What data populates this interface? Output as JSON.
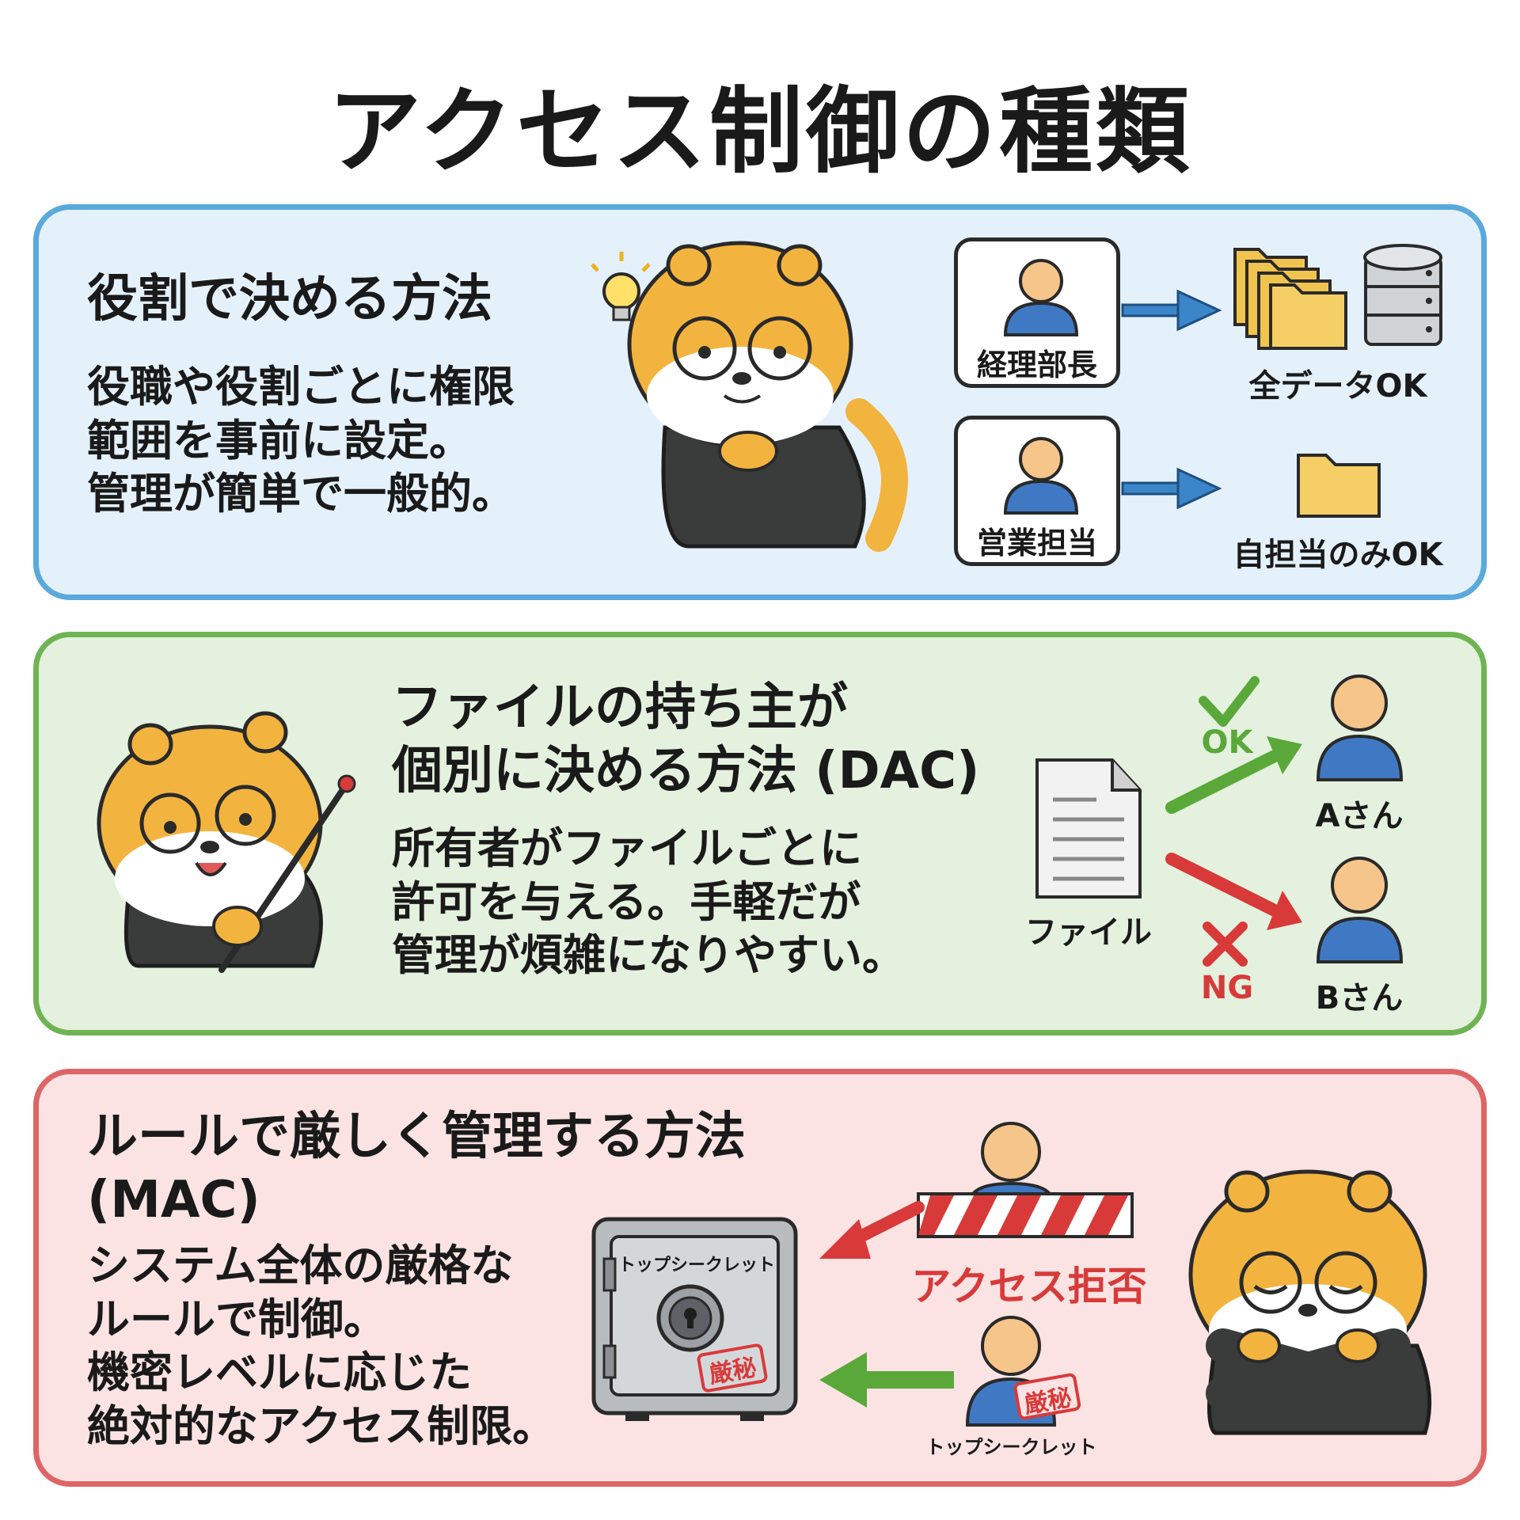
{
  "title": "アクセス制御の種類",
  "sections": {
    "rbac": {
      "heading": "役割で決める方法",
      "description": "役職や役割ごとに権限\n範囲を事前に設定。\n管理が簡単で一般的。",
      "roles": [
        {
          "name": "経理部長",
          "access": "全データOK"
        },
        {
          "name": "営業担当",
          "access": "自担当のみOK"
        }
      ]
    },
    "dac": {
      "heading_line1": "ファイルの持ち主が",
      "heading_line2": "個別に決める方法 (DAC)",
      "description": "所有者がファイルごとに\n許可を与える。手軽だが\n管理が煩雑になりやすい。",
      "file_label": "ファイル",
      "ok_label": "OK",
      "ng_label": "NG",
      "user_a": "Aさん",
      "user_b": "Bさん"
    },
    "mac": {
      "heading_line1": "ルールで厳しく管理する方法",
      "heading_line2": "(MAC)",
      "description": "システム全体の厳格な\nルールで制御。\n機密レベルに応じた\n絶対的なアクセス制限。",
      "safe_label": "トップシークレット",
      "stamp": "厳秘",
      "denied_label": "アクセス拒否",
      "user_clearance": "トップシークレット"
    }
  },
  "colors": {
    "blue_border": "#5aa9dc",
    "green_border": "#6fb452",
    "red_border": "#de6565",
    "ok_green": "#5aa83a",
    "ng_red": "#d83a3a",
    "arrow_blue": "#3b86c9"
  }
}
